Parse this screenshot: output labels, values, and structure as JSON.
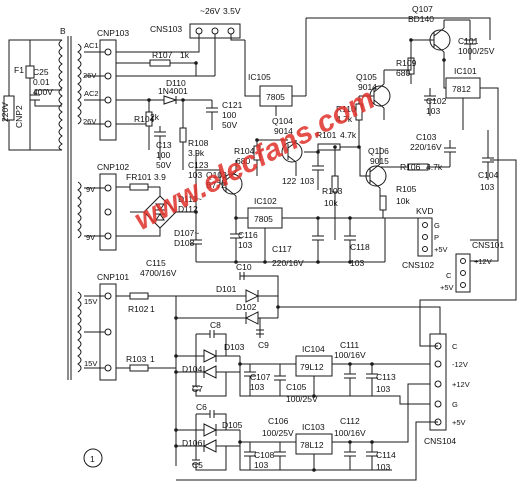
{
  "watermark": "www.elecfans.com",
  "figure_number": "1",
  "mains": {
    "fuse": "F1",
    "voltage": "220V",
    "cap": "C25",
    "cap_value_1": "0.01",
    "cap_value_2": "400V",
    "plug": "CNP2",
    "transformer": "B"
  },
  "connectors": {
    "cnp103": {
      "name": "CNP103",
      "pins": [
        "AC1",
        "26V",
        "AC2",
        "26V"
      ]
    },
    "cnp102": {
      "name": "CNP102",
      "pins": [
        "9V",
        "9V"
      ]
    },
    "cnp101": {
      "name": "CNP101",
      "pins": [
        "15V",
        "15V"
      ]
    },
    "cns103": {
      "name": "CNS103",
      "label_1": "~26V",
      "label_2": "3.5V"
    },
    "cns102": {
      "name": "CNS102",
      "title": "KVD",
      "pins": [
        "G",
        "P",
        "+5V"
      ]
    },
    "cns101": {
      "name": "CNS101",
      "pins": [
        "+12V",
        "C",
        "+5V"
      ]
    },
    "cns104": {
      "name": "CNS104",
      "pins": [
        "C",
        "-12V",
        "+12V",
        "G",
        "+5V"
      ]
    }
  },
  "ics": {
    "ic105": {
      "ref": "IC105",
      "part": "7805"
    },
    "ic101": {
      "ref": "IC101",
      "part": "7812"
    },
    "ic102": {
      "ref": "IC102",
      "part": "7805"
    },
    "ic104": {
      "ref": "IC104",
      "part": "79L12"
    },
    "ic103": {
      "ref": "IC103",
      "part": "78L12"
    }
  },
  "transistors": {
    "q107": {
      "ref": "Q107",
      "part": "BD140"
    },
    "q105": {
      "ref": "Q105",
      "part": "9014"
    },
    "q104": {
      "ref": "Q104",
      "part": "9014"
    },
    "q106": {
      "ref": "Q106",
      "part": "9015"
    },
    "q103": {
      "ref": "Q103",
      "part": "B772"
    }
  },
  "components": {
    "r107": {
      "ref": "R107",
      "value": "1k"
    },
    "d110": {
      "ref": "D110",
      "value": "1N4001"
    },
    "r104_top": {
      "ref": "R104",
      "value": "2k"
    },
    "c121": {
      "ref": "C121",
      "value_1": "100",
      "value_2": "50V"
    },
    "c13": {
      "ref": "C13",
      "value_1": "100",
      "value_2": "50V"
    },
    "r108": {
      "ref": "R108",
      "value": "3.9k"
    },
    "r104": {
      "ref": "R104",
      "value": "680"
    },
    "c122": {
      "ref": "122",
      "value": "103"
    },
    "r101": {
      "ref": "R101",
      "value": "4.7k"
    },
    "r110": {
      "ref": "R110",
      "value": "4.7k"
    },
    "r109": {
      "ref": "R109",
      "value": "680"
    },
    "c102": {
      "ref": "C102",
      "value": "103"
    },
    "c101": {
      "ref": "C101",
      "value": "1000/25V"
    },
    "c103": {
      "ref": "C103",
      "value": "220/16V"
    },
    "r106": {
      "ref": "R106",
      "value": "4.7k"
    },
    "c104": {
      "ref": "C104",
      "value": "103"
    },
    "r103": {
      "ref": "R103",
      "value": "10k"
    },
    "r105": {
      "ref": "R105",
      "value": "10k"
    },
    "c123": {
      "ref": "C123",
      "value": "103"
    },
    "fr101": {
      "ref": "FR101",
      "value": "3.9"
    },
    "d111": {
      "ref": "D111~",
      "value": "D112"
    },
    "d107": {
      "ref": "D107~",
      "value": "D108"
    },
    "c116": {
      "ref": "C116",
      "value": "103"
    },
    "c117": {
      "ref": "C117",
      "value": "220/16V"
    },
    "c118": {
      "ref": "C118",
      "value": "103"
    },
    "c115": {
      "ref": "C115",
      "value": "4700/16V"
    },
    "c10": {
      "ref": "C10"
    },
    "d101": {
      "ref": "D101"
    },
    "d102": {
      "ref": "D102"
    },
    "c9": {
      "ref": "C9"
    },
    "r102": {
      "ref": "R102",
      "value": "1"
    },
    "c8": {
      "ref": "C8"
    },
    "d103": {
      "ref": "D103"
    },
    "d104": {
      "ref": "D104"
    },
    "c7": {
      "ref": "C7"
    },
    "r103b": {
      "ref": "R103",
      "value": "1"
    },
    "c107": {
      "ref": "C107",
      "value": "103"
    },
    "c105": {
      "ref": "C105",
      "value": "100/25V"
    },
    "c111": {
      "ref": "C111",
      "value": "100/16V"
    },
    "c113": {
      "ref": "C113",
      "value": "103"
    },
    "c6": {
      "ref": "C6"
    },
    "d105": {
      "ref": "D105"
    },
    "d106": {
      "ref": "D106"
    },
    "c5": {
      "ref": "C5"
    },
    "c106": {
      "ref": "C106",
      "value": "100/25V"
    },
    "c108": {
      "ref": "C108",
      "value": "103"
    },
    "c112": {
      "ref": "C112",
      "value": "100/16V"
    },
    "c114": {
      "ref": "C114",
      "value": "103"
    }
  }
}
